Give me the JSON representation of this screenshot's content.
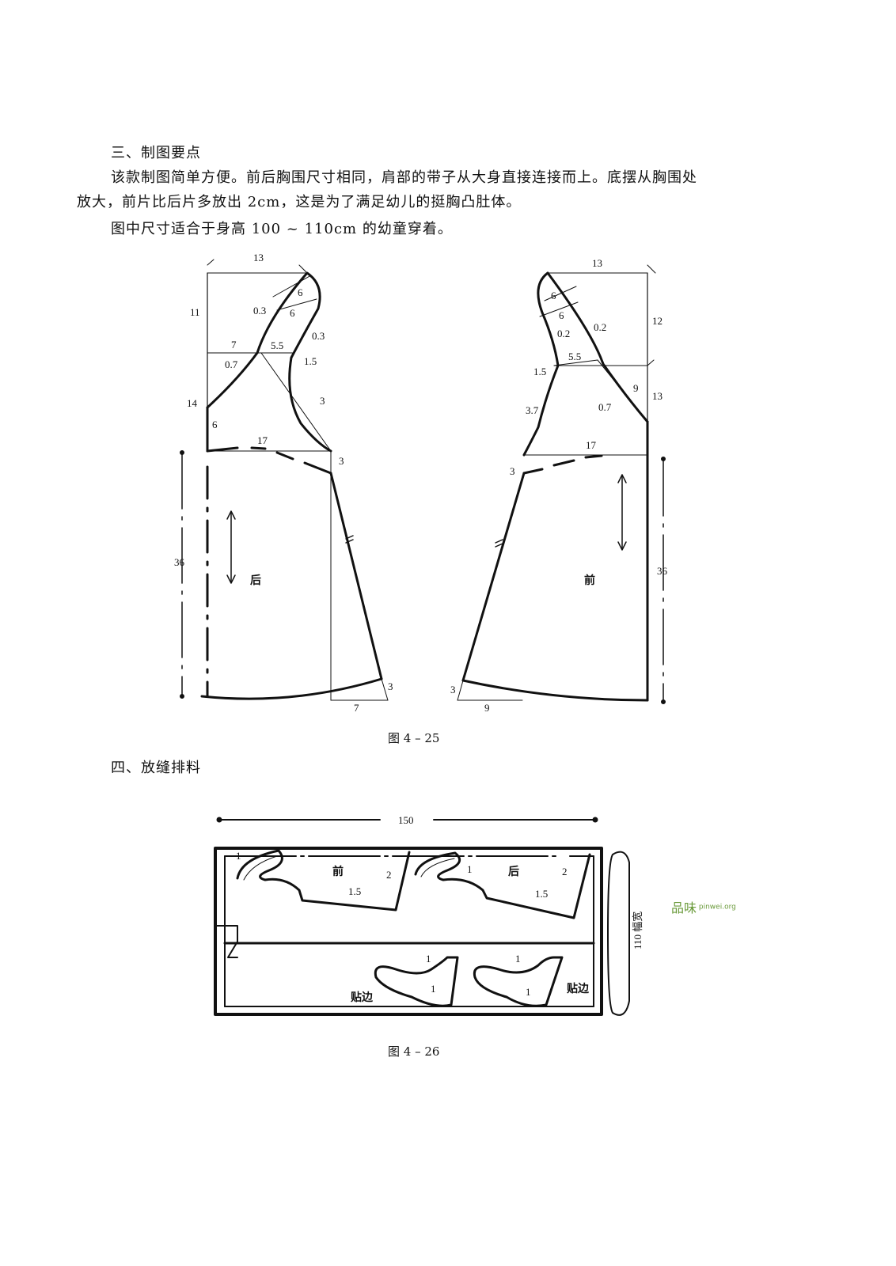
{
  "section3": {
    "heading": "三、制图要点",
    "para1_line1": "该款制图简单方便。前后胸围尺寸相同，肩部的带子从大身直接连接而上。底摆从胸围处",
    "para1_line2": "放大，前片比后片多放出 2cm，这是为了满足幼儿的挺胸凸肚体。",
    "para2": "图中尺寸适合于身高 100 ~ 110cm 的幼童穿着。"
  },
  "figure_4_25": {
    "caption": "图 4 – 25",
    "back": {
      "label": "后",
      "dims": {
        "top_width": "13",
        "strap_height": "11",
        "strap_a": "6",
        "strap_b": "6",
        "ease_a": "0.3",
        "ease_b": "0.3",
        "neck_w": "7",
        "shoulder_w": "5.5",
        "arm_drop": "1.5",
        "neck_drop": "0.7",
        "side_height": "14",
        "side_low": "6",
        "chest_w": "17",
        "curve": "3",
        "under_arm": "3",
        "length": "36",
        "hem_flare": "3",
        "hem_ext": "7"
      }
    },
    "front": {
      "label": "前",
      "dims": {
        "top_width": "13",
        "strap_height": "12",
        "strap_a": "6",
        "strap_b": "6",
        "ease_a": "0.2",
        "ease_b": "0.2",
        "shoulder_w": "5.5",
        "arm_drop": "1.5",
        "neck_diag": "9",
        "neck_depth": "13",
        "neck_drop": "0.7",
        "curve": "3.7",
        "chest_w": "17",
        "under_arm": "3",
        "length": "36",
        "hem_flare": "3",
        "hem_ext": "9"
      }
    }
  },
  "section4": {
    "heading": "四、放缝排料"
  },
  "figure_4_26": {
    "caption": "图 4 – 26",
    "fabric_length": "150",
    "fabric_width": "110 幅宽",
    "front_label": "前",
    "back_label": "后",
    "facing_label": "贴边",
    "seam": {
      "a": "1",
      "b": "2",
      "c": "1.5"
    }
  },
  "watermark": {
    "text": "pinwei.org",
    "mark": "品味"
  }
}
